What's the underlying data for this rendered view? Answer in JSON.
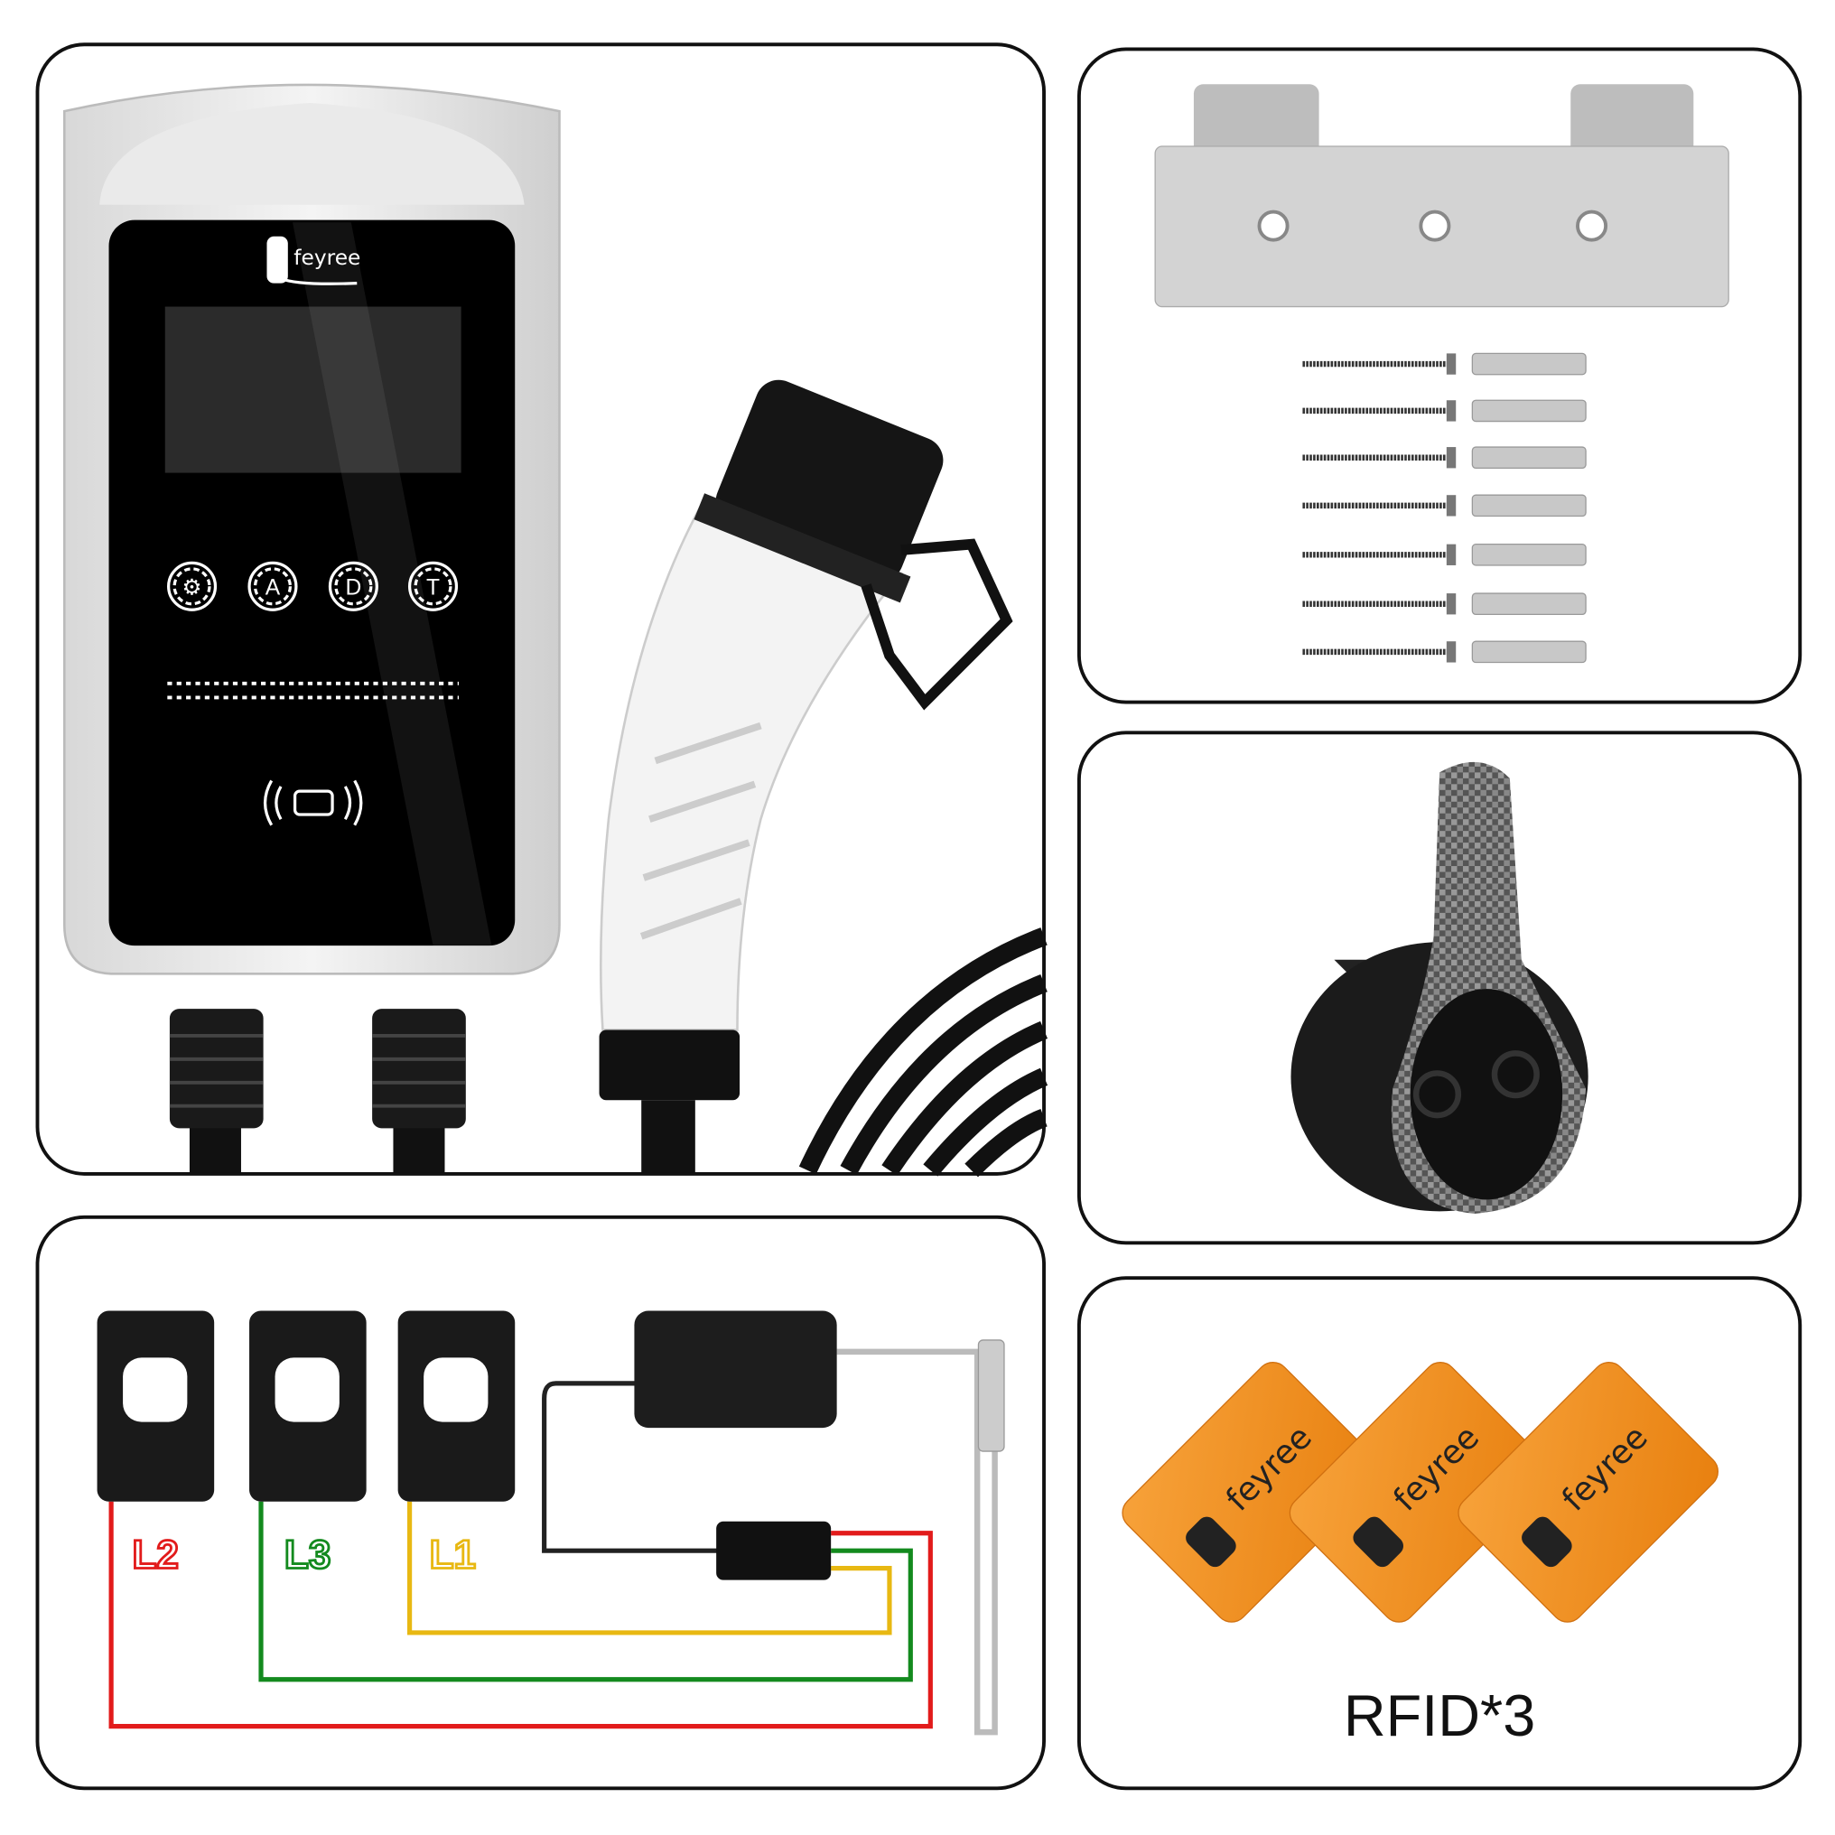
{
  "panels": {
    "charger": {
      "brand": "feyree",
      "buttons": [
        "⚙",
        "A",
        "D",
        "T"
      ]
    },
    "wall_bracket": {},
    "connector_holder": {},
    "ct_clamps": {
      "labels": [
        "L2",
        "L3",
        "L1"
      ],
      "colors": {
        "L2": "#e21b1b",
        "L3": "#138a1e",
        "L1": "#e8b812"
      }
    },
    "rfid": {
      "card_brand": "feyree",
      "caption": "RFID*3",
      "card_color": "#f0901e"
    }
  }
}
